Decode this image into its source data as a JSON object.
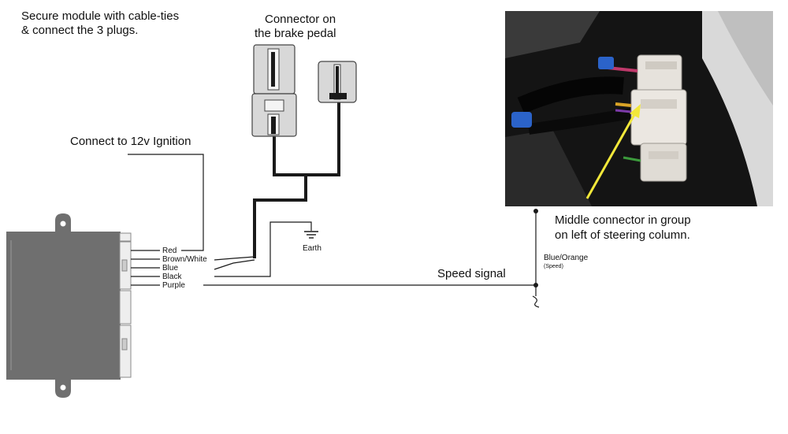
{
  "notes": {
    "secure_module": "Secure module with cable-ties",
    "connect_plugs": "& connect the 3 plugs.",
    "connector_line1": "Connector on",
    "connector_line2": "the brake pedal",
    "ignition": "Connect to 12v Ignition",
    "middle_connector_line1": "Middle connector in group",
    "middle_connector_line2": "on left of steering column.",
    "speed_signal": "Speed signal"
  },
  "wires": {
    "red": "Red",
    "brown_white": "Brown/White",
    "blue": "Blue",
    "black": "Black",
    "purple": "Purple"
  },
  "earth_label": "Earth",
  "blue_orange": "Blue/Orange",
  "speed_sub": "(Speed)",
  "colors": {
    "module_body": "#6f6f6f",
    "wire": "#1a1a1a",
    "arrow": "#f2e83a",
    "photo_bg": "#141414"
  }
}
